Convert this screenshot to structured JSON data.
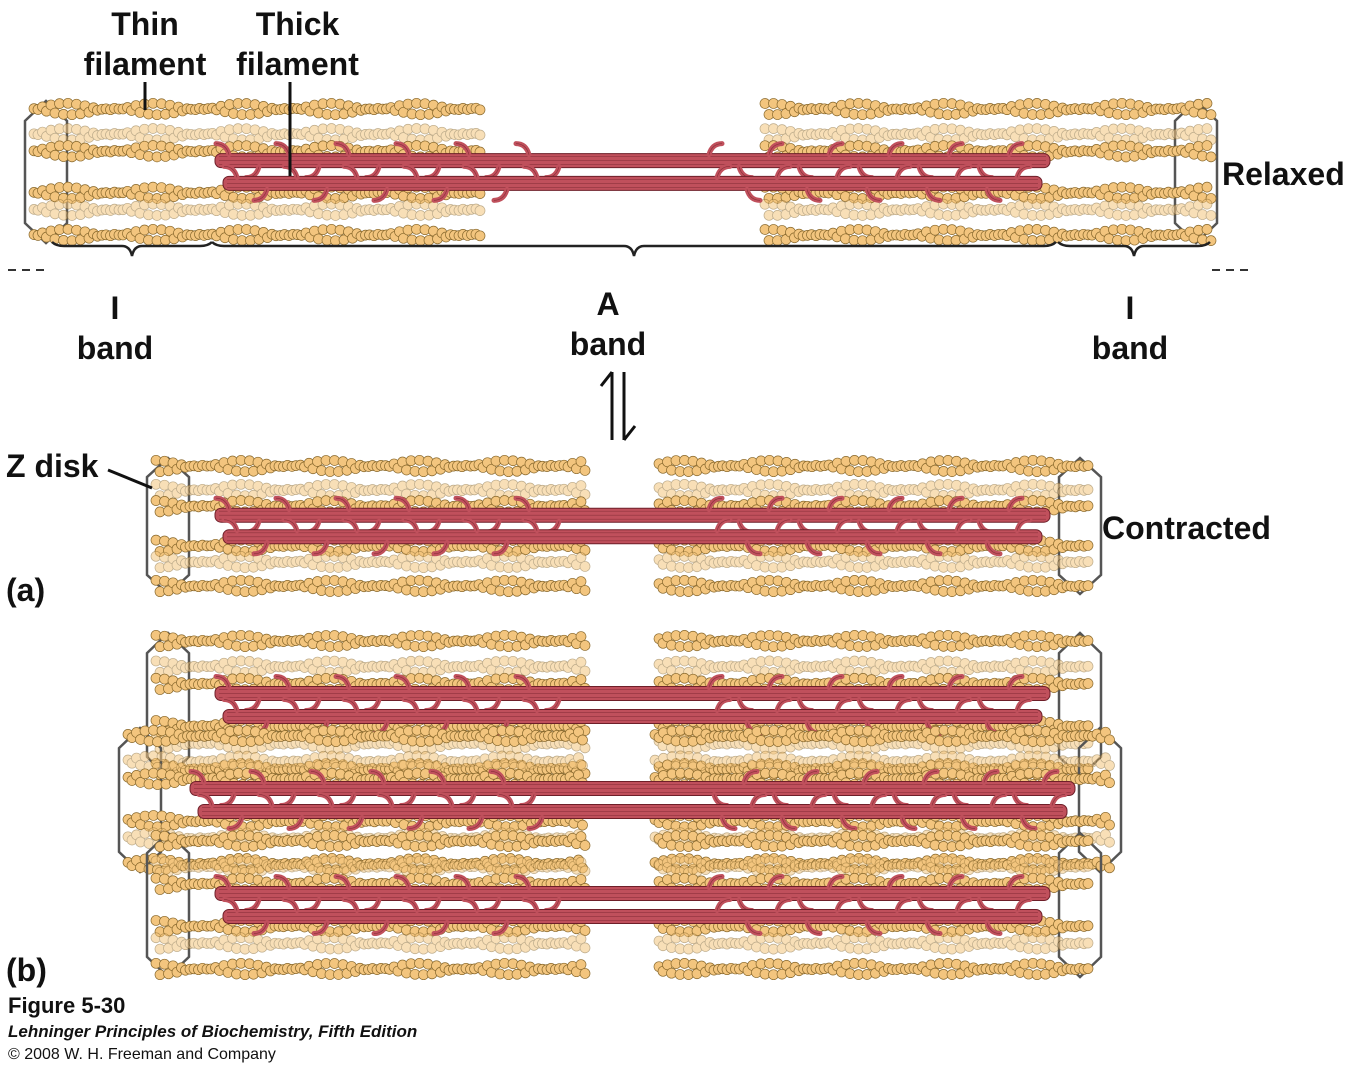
{
  "labels": {
    "thin_filament": [
      "Thin",
      "filament"
    ],
    "thick_filament": [
      "Thick",
      "filament"
    ],
    "relaxed": "Relaxed",
    "contracted": "Contracted",
    "i_band_left": [
      "I",
      "band"
    ],
    "a_band": [
      "A",
      "band"
    ],
    "i_band_right": [
      "I",
      "band"
    ],
    "z_disk": "Z disk",
    "panel_a": "(a)",
    "panel_b": "(b)"
  },
  "caption": {
    "figure_number": "Figure 5-30",
    "book": "Lehninger Principles of Biochemistry, Fifth Edition",
    "copyright": "© 2008 W. H. Freeman and Company"
  },
  "colors": {
    "thin_filament": "#f3c57e",
    "thin_filament_outline": "#8a6a2e",
    "thick_filament": "#c0505c",
    "thick_filament_outline": "#6e1f29",
    "z_disk": "#555555"
  }
}
